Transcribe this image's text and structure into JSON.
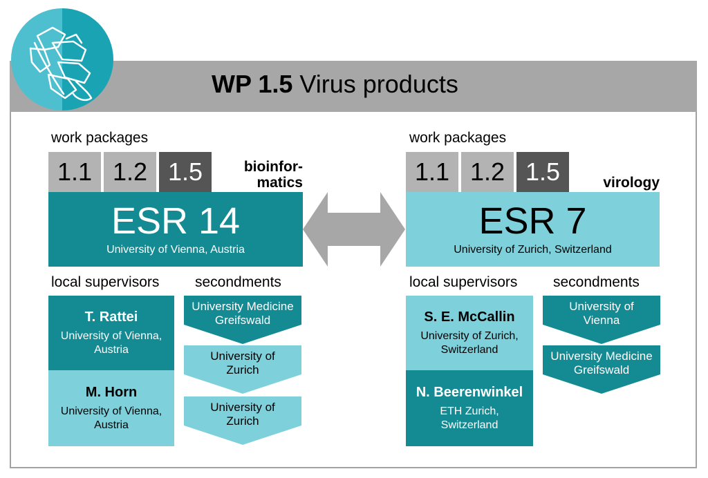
{
  "title": {
    "bold": "WP 1.5",
    "rest": "Virus products"
  },
  "colors": {
    "dark_teal": "#148a93",
    "light_teal": "#7ed0db",
    "banner_grey": "#a7a7a7",
    "wp_grey": "#b3b3b3",
    "wp_dark": "#555555"
  },
  "left": {
    "wp_label": "work packages",
    "wp": [
      "1.1",
      "1.2",
      "1.5"
    ],
    "discipline_line1": "bioinfor-",
    "discipline_line2": "matics",
    "esr_title": "ESR 14",
    "esr_inst": "University of Vienna, Austria",
    "sup_label": "local supervisors",
    "sec_label": "secondments",
    "supervisors": [
      {
        "name": "T. Rattei",
        "affil1": "University of Vienna,",
        "affil2": "Austria"
      },
      {
        "name": "M. Horn",
        "affil1": "University of Vienna,",
        "affil2": "Austria"
      }
    ],
    "secondments": [
      {
        "line1": "University Medicine",
        "line2": "Greifswald"
      },
      {
        "line1": "University of",
        "line2": "Zurich"
      },
      {
        "line1": "University of",
        "line2": "Zurich"
      }
    ]
  },
  "right": {
    "wp_label": "work packages",
    "wp": [
      "1.1",
      "1.2",
      "1.5"
    ],
    "discipline": "virology",
    "esr_title": "ESR 7",
    "esr_inst": "University of Zurich, Switzerland",
    "sup_label": "local supervisors",
    "sec_label": "secondments",
    "supervisors": [
      {
        "name": "S. E. McCallin",
        "affil1": "University of Zurich,",
        "affil2": "Switzerland"
      },
      {
        "name": "N. Beerenwinkel",
        "affil1": "ETH Zurich,",
        "affil2": "Switzerland"
      }
    ],
    "secondments": [
      {
        "line1": "University of",
        "line2": "Vienna"
      },
      {
        "line1": "University Medicine",
        "line2": "Greifswald"
      }
    ]
  }
}
